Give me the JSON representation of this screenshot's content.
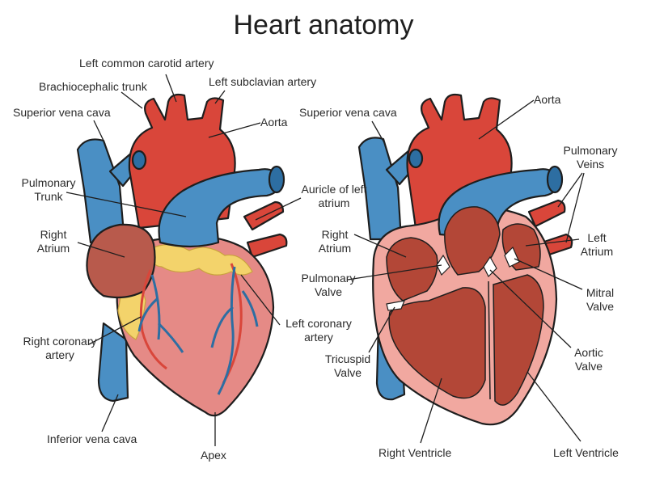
{
  "title": "Heart anatomy",
  "colors": {
    "aorta_red": "#d9463a",
    "vein_blue": "#4a8fc4",
    "muscle_pink": "#e58a86",
    "fat_yellow": "#f3d36b",
    "atrium_dark": "#b85a4c",
    "interior_red": "#b34737",
    "wall_pink": "#f1a8a0"
  },
  "external_view": {
    "labels": {
      "left_common_carotid": "Left common carotid artery",
      "brachiocephalic": "Brachiocephalic trunk",
      "left_subclavian": "Left subclavian artery",
      "superior_vena_cava": "Superior vena cava",
      "aorta": "Aorta",
      "pulmonary_trunk_1": "Pulmonary",
      "pulmonary_trunk_2": "Trunk",
      "auricle_1": "Auricle of left",
      "auricle_2": "atrium",
      "right_atrium_1": "Right",
      "right_atrium_2": "Atrium",
      "left_coronary_1": "Left coronary",
      "left_coronary_2": "artery",
      "right_coronary_1": "Right coronary",
      "right_coronary_2": "artery",
      "inferior_vena_cava": "Inferior vena cava",
      "apex": "Apex"
    }
  },
  "section_view": {
    "labels": {
      "superior_vena_cava": "Superior vena cava",
      "aorta": "Aorta",
      "pulmonary_veins_1": "Pulmonary",
      "pulmonary_veins_2": "Veins",
      "right_atrium_1": "Right",
      "right_atrium_2": "Atrium",
      "left_atrium_1": "Left",
      "left_atrium_2": "Atrium",
      "pulmonary_valve_1": "Pulmonary",
      "pulmonary_valve_2": "Valve",
      "mitral_valve_1": "Mitral",
      "mitral_valve_2": "Valve",
      "tricuspid_valve_1": "Tricuspid",
      "tricuspid_valve_2": "Valve",
      "aortic_valve_1": "Aortic",
      "aortic_valve_2": "Valve",
      "right_ventricle": "Right Ventricle",
      "left_ventricle": "Left Ventricle"
    }
  }
}
